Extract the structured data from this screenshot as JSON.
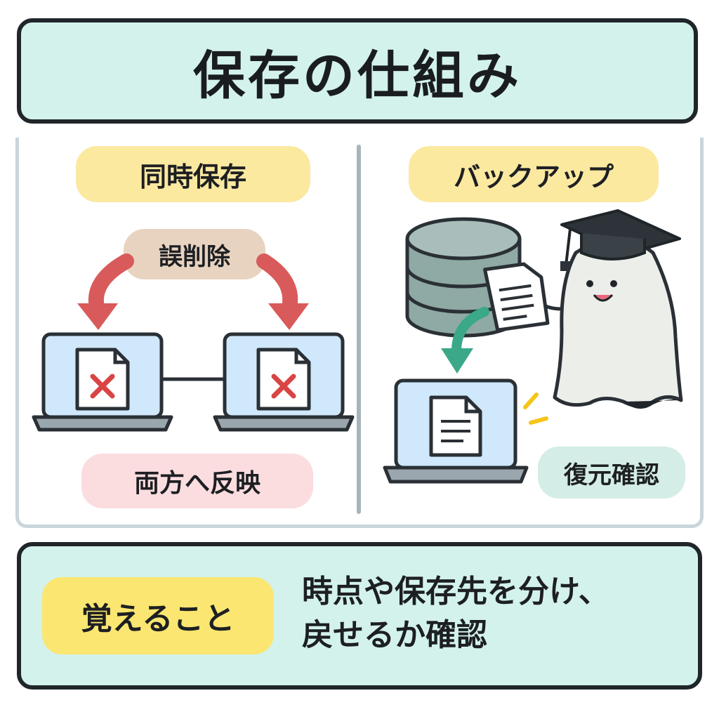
{
  "title": "保存の仕組み",
  "left_panel": {
    "heading": "同時保存",
    "action_label": "誤削除",
    "result_label": "両方へ反映"
  },
  "right_panel": {
    "heading": "バックアップ",
    "result_label": "復元確認"
  },
  "footer": {
    "label": "覚えること",
    "body_line1": "時点や保存先を分け、",
    "body_line2": "戻せるか確認"
  },
  "colors": {
    "title_bg": "#d3f2ec",
    "border": "#1f2529",
    "arrow_red": "#d95a5a",
    "arrow_green": "#3aa889",
    "screen_blue": "#cfe8fb",
    "x_mark": "#d94444"
  },
  "icons": [
    "laptop-icon",
    "file-x-icon",
    "database-icon",
    "document-icon",
    "ghost-mascot",
    "graduation-cap-icon"
  ]
}
